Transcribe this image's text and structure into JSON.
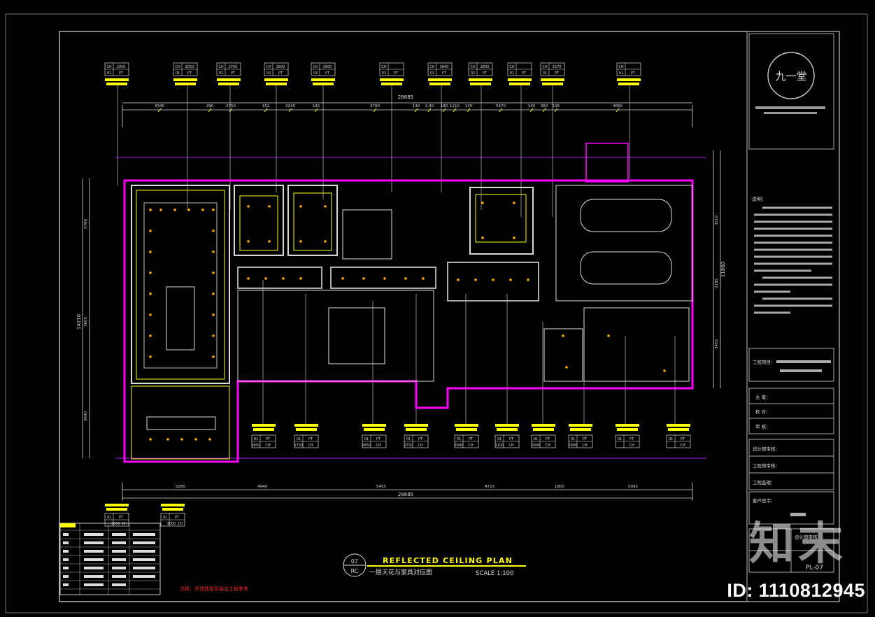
{
  "drawing": {
    "title_en": "REFLECTED CEILING PLAN",
    "title_cn": "一层天花与家具对应图",
    "scale": "SCALE 1:100",
    "sheet_no": "07",
    "sheet_code": "RC",
    "overall_dim_top": "28685",
    "overall_dim_bottom": "28685",
    "left_total_dim": "14210",
    "right_total_dim": "11860",
    "note_red": "注释：吊顶造型可结合工程参考"
  },
  "top_dims": [
    "4940",
    "290",
    "2750",
    "152",
    "2245",
    "142",
    "3700",
    "130",
    "2.40",
    "180",
    "1210",
    "145",
    "5470",
    "140",
    "360",
    "195",
    "4660"
  ],
  "bottom_dims": [
    "5260",
    "4940",
    "5455",
    "4715",
    "1800",
    "5095"
  ],
  "left_dims": [
    "5780",
    "3605",
    "3490"
  ],
  "right_dims": [
    "3510",
    "2185",
    "3450"
  ],
  "top_tags": [
    {
      "ch": "2950",
      "pt": "01"
    },
    {
      "ch": "3050",
      "pt": "01"
    },
    {
      "ch": "2750",
      "pt": "01"
    },
    {
      "ch": "2800",
      "pt": "02"
    },
    {
      "ch": "2600",
      "pt": "02"
    },
    {
      "ch": "",
      "pt": "02"
    },
    {
      "ch": "3000",
      "pt": "02"
    },
    {
      "ch": "2800",
      "pt": "02"
    },
    {
      "ch": "",
      "pt": "01"
    },
    {
      "ch": "2570",
      "pt": "01"
    },
    {
      "ch": "",
      "pt": "01"
    }
  ],
  "bottom_tags": [
    {
      "pt": "01",
      "ch": "2650"
    },
    {
      "pt": "01",
      "ch": "2750"
    },
    {
      "pt": "01",
      "ch": "2650"
    },
    {
      "pt": "01",
      "ch": "2750"
    },
    {
      "pt": "01",
      "ch": "3000"
    },
    {
      "pt": "01",
      "ch": "3100"
    },
    {
      "pt": "01",
      "ch": "3000"
    },
    {
      "pt": "01",
      "ch": "2800"
    },
    {
      "pt": "01",
      "ch": ""
    },
    {
      "pt": "01",
      "ch": ""
    }
  ],
  "extra_tags": [
    {
      "pt": "01",
      "ch": "3200"
    },
    {
      "pt": "01",
      "ch": "3000"
    }
  ],
  "title_block": {
    "logo": "九一堂",
    "notes_heading": "说明：",
    "project_label": "工程项目：",
    "rows": [
      "主 笔：",
      "校 对：",
      "审 核：",
      "设计部审核：",
      "工程部审核：",
      "工程监理：",
      "客户签字：",
      "设计部审核"
    ],
    "drawing_no": "PL-07",
    "watermark_logo": "知末",
    "id_label": "ID: 1110812945"
  },
  "colors": {
    "frame": "#e0e0e0",
    "wall": "#ff00ff",
    "yellow": "#ffff00",
    "cyan": "#00e5ff",
    "red": "#ff2a2a",
    "blue": "#3355ff",
    "grey": "#888888"
  }
}
